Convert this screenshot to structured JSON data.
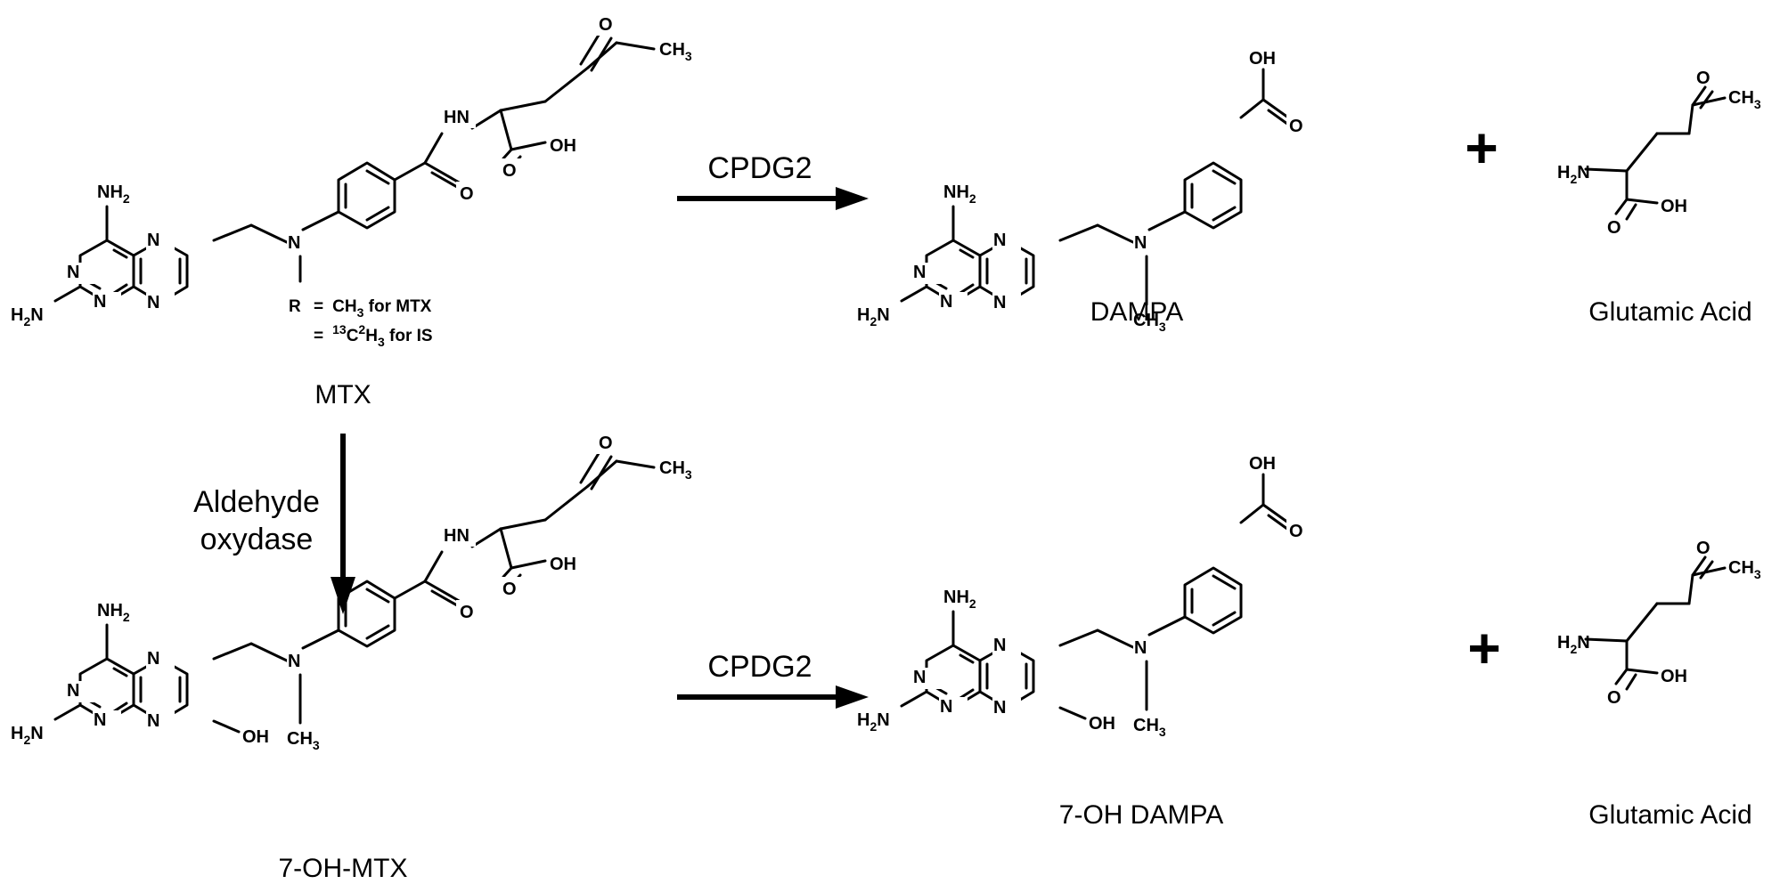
{
  "atoms": {
    "nh2": "NH",
    "h2n": "H",
    "h2n_tail": "N",
    "two": "2",
    "n": "N",
    "hn": "HN",
    "oh": "OH",
    "o": "O",
    "ch": "CH",
    "three": "3",
    "r": "R"
  },
  "r_note": {
    "line1_eq": "=",
    "line1_ch": "CH",
    "line1_sub": "3",
    "line1_rest": " for MTX",
    "line2_eq": "=",
    "line2_sup13": "13",
    "line2_c": "C",
    "line2_sup2": "2",
    "line2_h": "H",
    "line2_sub": "3",
    "line2_rest": " for IS"
  },
  "labels": {
    "mtx": "MTX",
    "dampa": "DAMPA",
    "glutamic_1": "Glutamic Acid",
    "oh_mtx": "7-OH-MTX",
    "oh_dampa": "7-OH DAMPA",
    "glutamic_2": "Glutamic Acid"
  },
  "arrows": {
    "cpdg2_top": "CPDG2",
    "cpdg2_bottom": "CPDG2",
    "enzyme_line1": "Aldehyde",
    "enzyme_line2": "oxydase"
  },
  "plus": "+"
}
